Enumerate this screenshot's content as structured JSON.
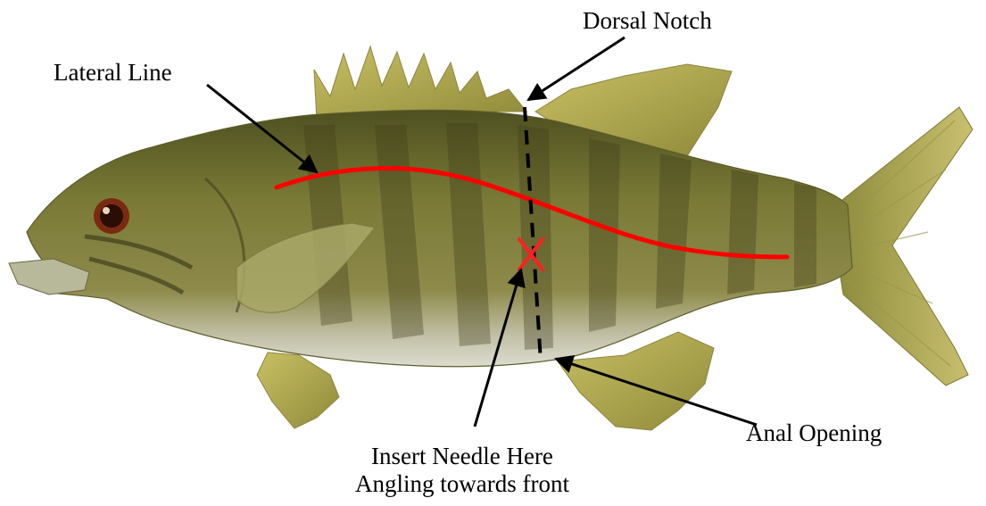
{
  "labels": {
    "lateral_line": "Lateral Line",
    "dorsal_notch": "Dorsal Notch",
    "anal_opening": "Anal Opening",
    "insert_needle_line1": "Insert Needle Here",
    "insert_needle_line2": "Angling towards front"
  },
  "colors": {
    "lateral_line_stroke": "#ff0000",
    "insert_mark": "#ff2020",
    "arrows": "#000000",
    "fish_body": "#7c7a3a",
    "fish_back": "#5a5a24",
    "fish_belly": "#c8c8b0",
    "fins": "#b5ad52",
    "bars": "#3e3c1a"
  },
  "icons": {
    "insert_mark": "x-mark-icon"
  }
}
